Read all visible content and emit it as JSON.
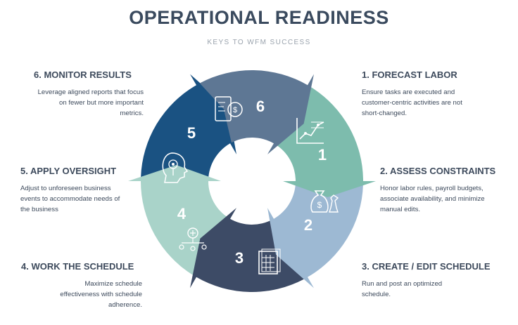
{
  "title": "OPERATIONAL READINESS",
  "subtitle": "KEYS TO WFM SUCCESS",
  "steps": [
    {
      "number": "1",
      "heading": "1. FORECAST LABOR",
      "description": "Ensure tasks are executed and customer-centric activities are not short-changed.",
      "icon": "line-chart-icon",
      "color": "#7dbcad"
    },
    {
      "number": "2",
      "heading": "2. ASSESS CONSTRAINTS",
      "description": "Honor labor rules, payroll budgets, associate availability, and minimize manual edits.",
      "icon": "money-bag-chess-icon",
      "color": "#9db9d3"
    },
    {
      "number": "3",
      "heading": "3. CREATE / EDIT SCHEDULE",
      "description": "Run and post an optimized schedule.",
      "icon": "schedule-grid-icon",
      "color": "#3d4b66"
    },
    {
      "number": "4",
      "heading": "4. WORK THE SCHEDULE",
      "description": "Maximize schedule effectiveness with schedule adherence.",
      "icon": "team-network-icon",
      "color": "#a9d3c9"
    },
    {
      "number": "5",
      "heading": "5. APPLY OVERSIGHT",
      "description": "Adjust to unforeseen business events to accommodate needs of the business",
      "icon": "head-idea-icon",
      "color": "#1a5282"
    },
    {
      "number": "6",
      "heading": "6. MONITOR RESULTS",
      "description": "Leverage aligned reports that focus on fewer but more important metrics.",
      "icon": "report-dashboard-icon",
      "color": "#5e7794"
    }
  ]
}
